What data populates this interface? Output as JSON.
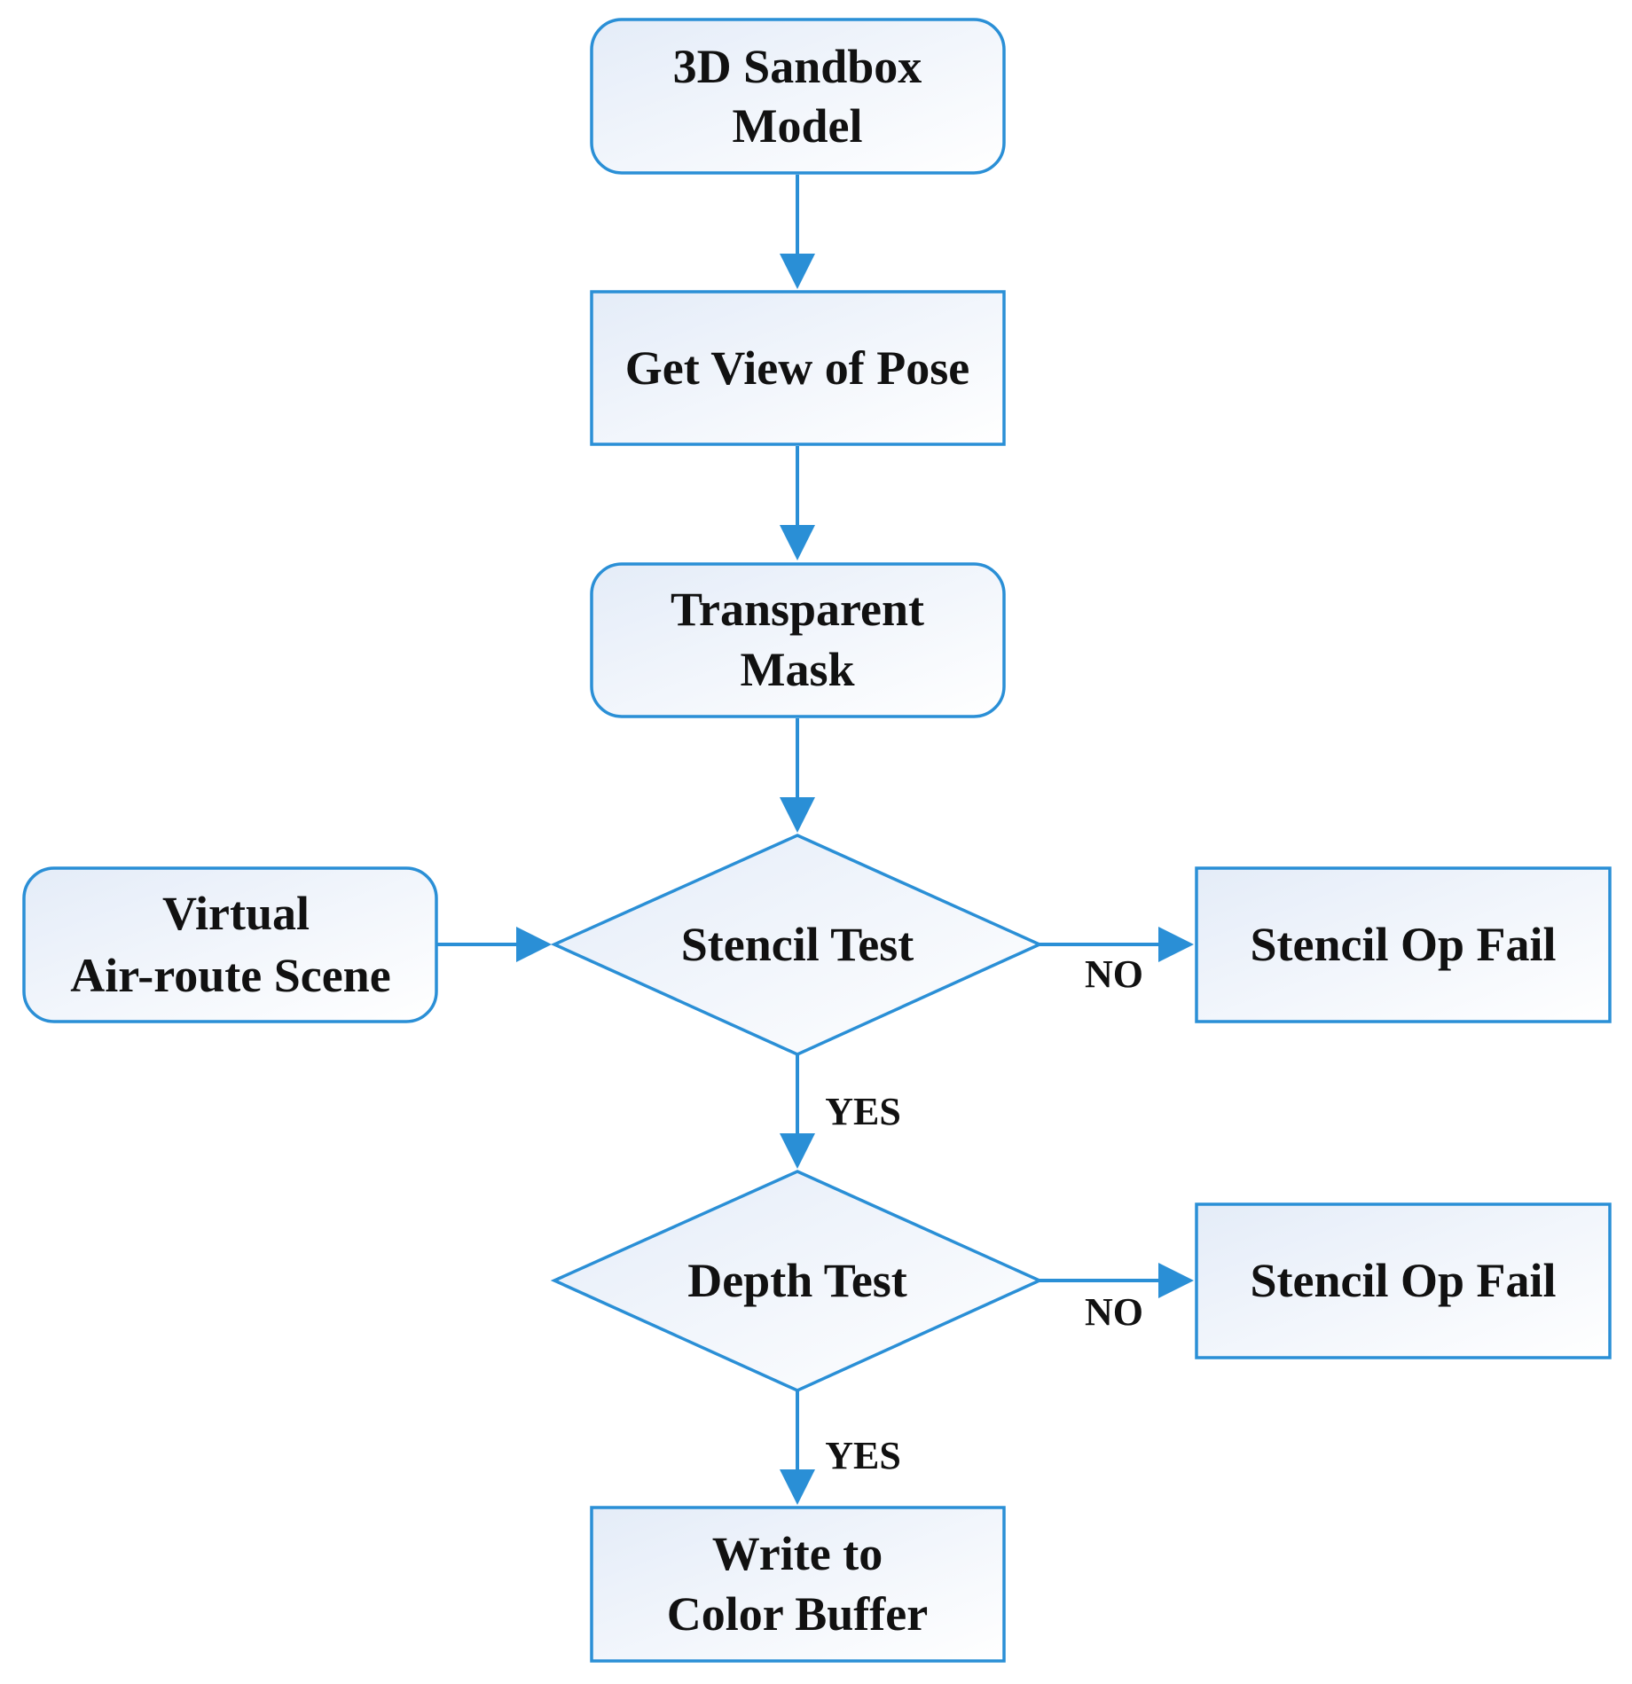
{
  "colors": {
    "stroke": "#2a8fd6",
    "fill_light": "#ffffff",
    "fill_shade": "#e4ecf8",
    "text": "#111111"
  },
  "nodes": {
    "sandbox_model": {
      "shape": "rounded-rectangle",
      "lines": [
        "3D Sandbox",
        "Model"
      ]
    },
    "get_view": {
      "shape": "rectangle",
      "lines": [
        "Get View of Pose"
      ]
    },
    "transparent_mask": {
      "shape": "rounded-rectangle",
      "lines": [
        "Transparent",
        "Mask"
      ]
    },
    "virtual_scene": {
      "shape": "rounded-rectangle",
      "lines": [
        "Virtual",
        "Air-route Scene"
      ]
    },
    "stencil_test": {
      "shape": "diamond",
      "lines": [
        "Stencil Test"
      ]
    },
    "stencil_fail_1": {
      "shape": "rectangle",
      "lines": [
        "Stencil Op Fail"
      ]
    },
    "depth_test": {
      "shape": "diamond",
      "lines": [
        "Depth Test"
      ]
    },
    "stencil_fail_2": {
      "shape": "rectangle",
      "lines": [
        "Stencil Op Fail"
      ]
    },
    "write_color": {
      "shape": "rectangle",
      "lines": [
        "Write to",
        "Color Buffer"
      ]
    }
  },
  "edges": [
    {
      "from": "sandbox_model",
      "to": "get_view",
      "label": ""
    },
    {
      "from": "get_view",
      "to": "transparent_mask",
      "label": ""
    },
    {
      "from": "transparent_mask",
      "to": "stencil_test",
      "label": ""
    },
    {
      "from": "virtual_scene",
      "to": "stencil_test",
      "label": ""
    },
    {
      "from": "stencil_test",
      "to": "stencil_fail_1",
      "label": "NO"
    },
    {
      "from": "stencil_test",
      "to": "depth_test",
      "label": "YES"
    },
    {
      "from": "depth_test",
      "to": "stencil_fail_2",
      "label": "NO"
    },
    {
      "from": "depth_test",
      "to": "write_color",
      "label": "YES"
    }
  ]
}
